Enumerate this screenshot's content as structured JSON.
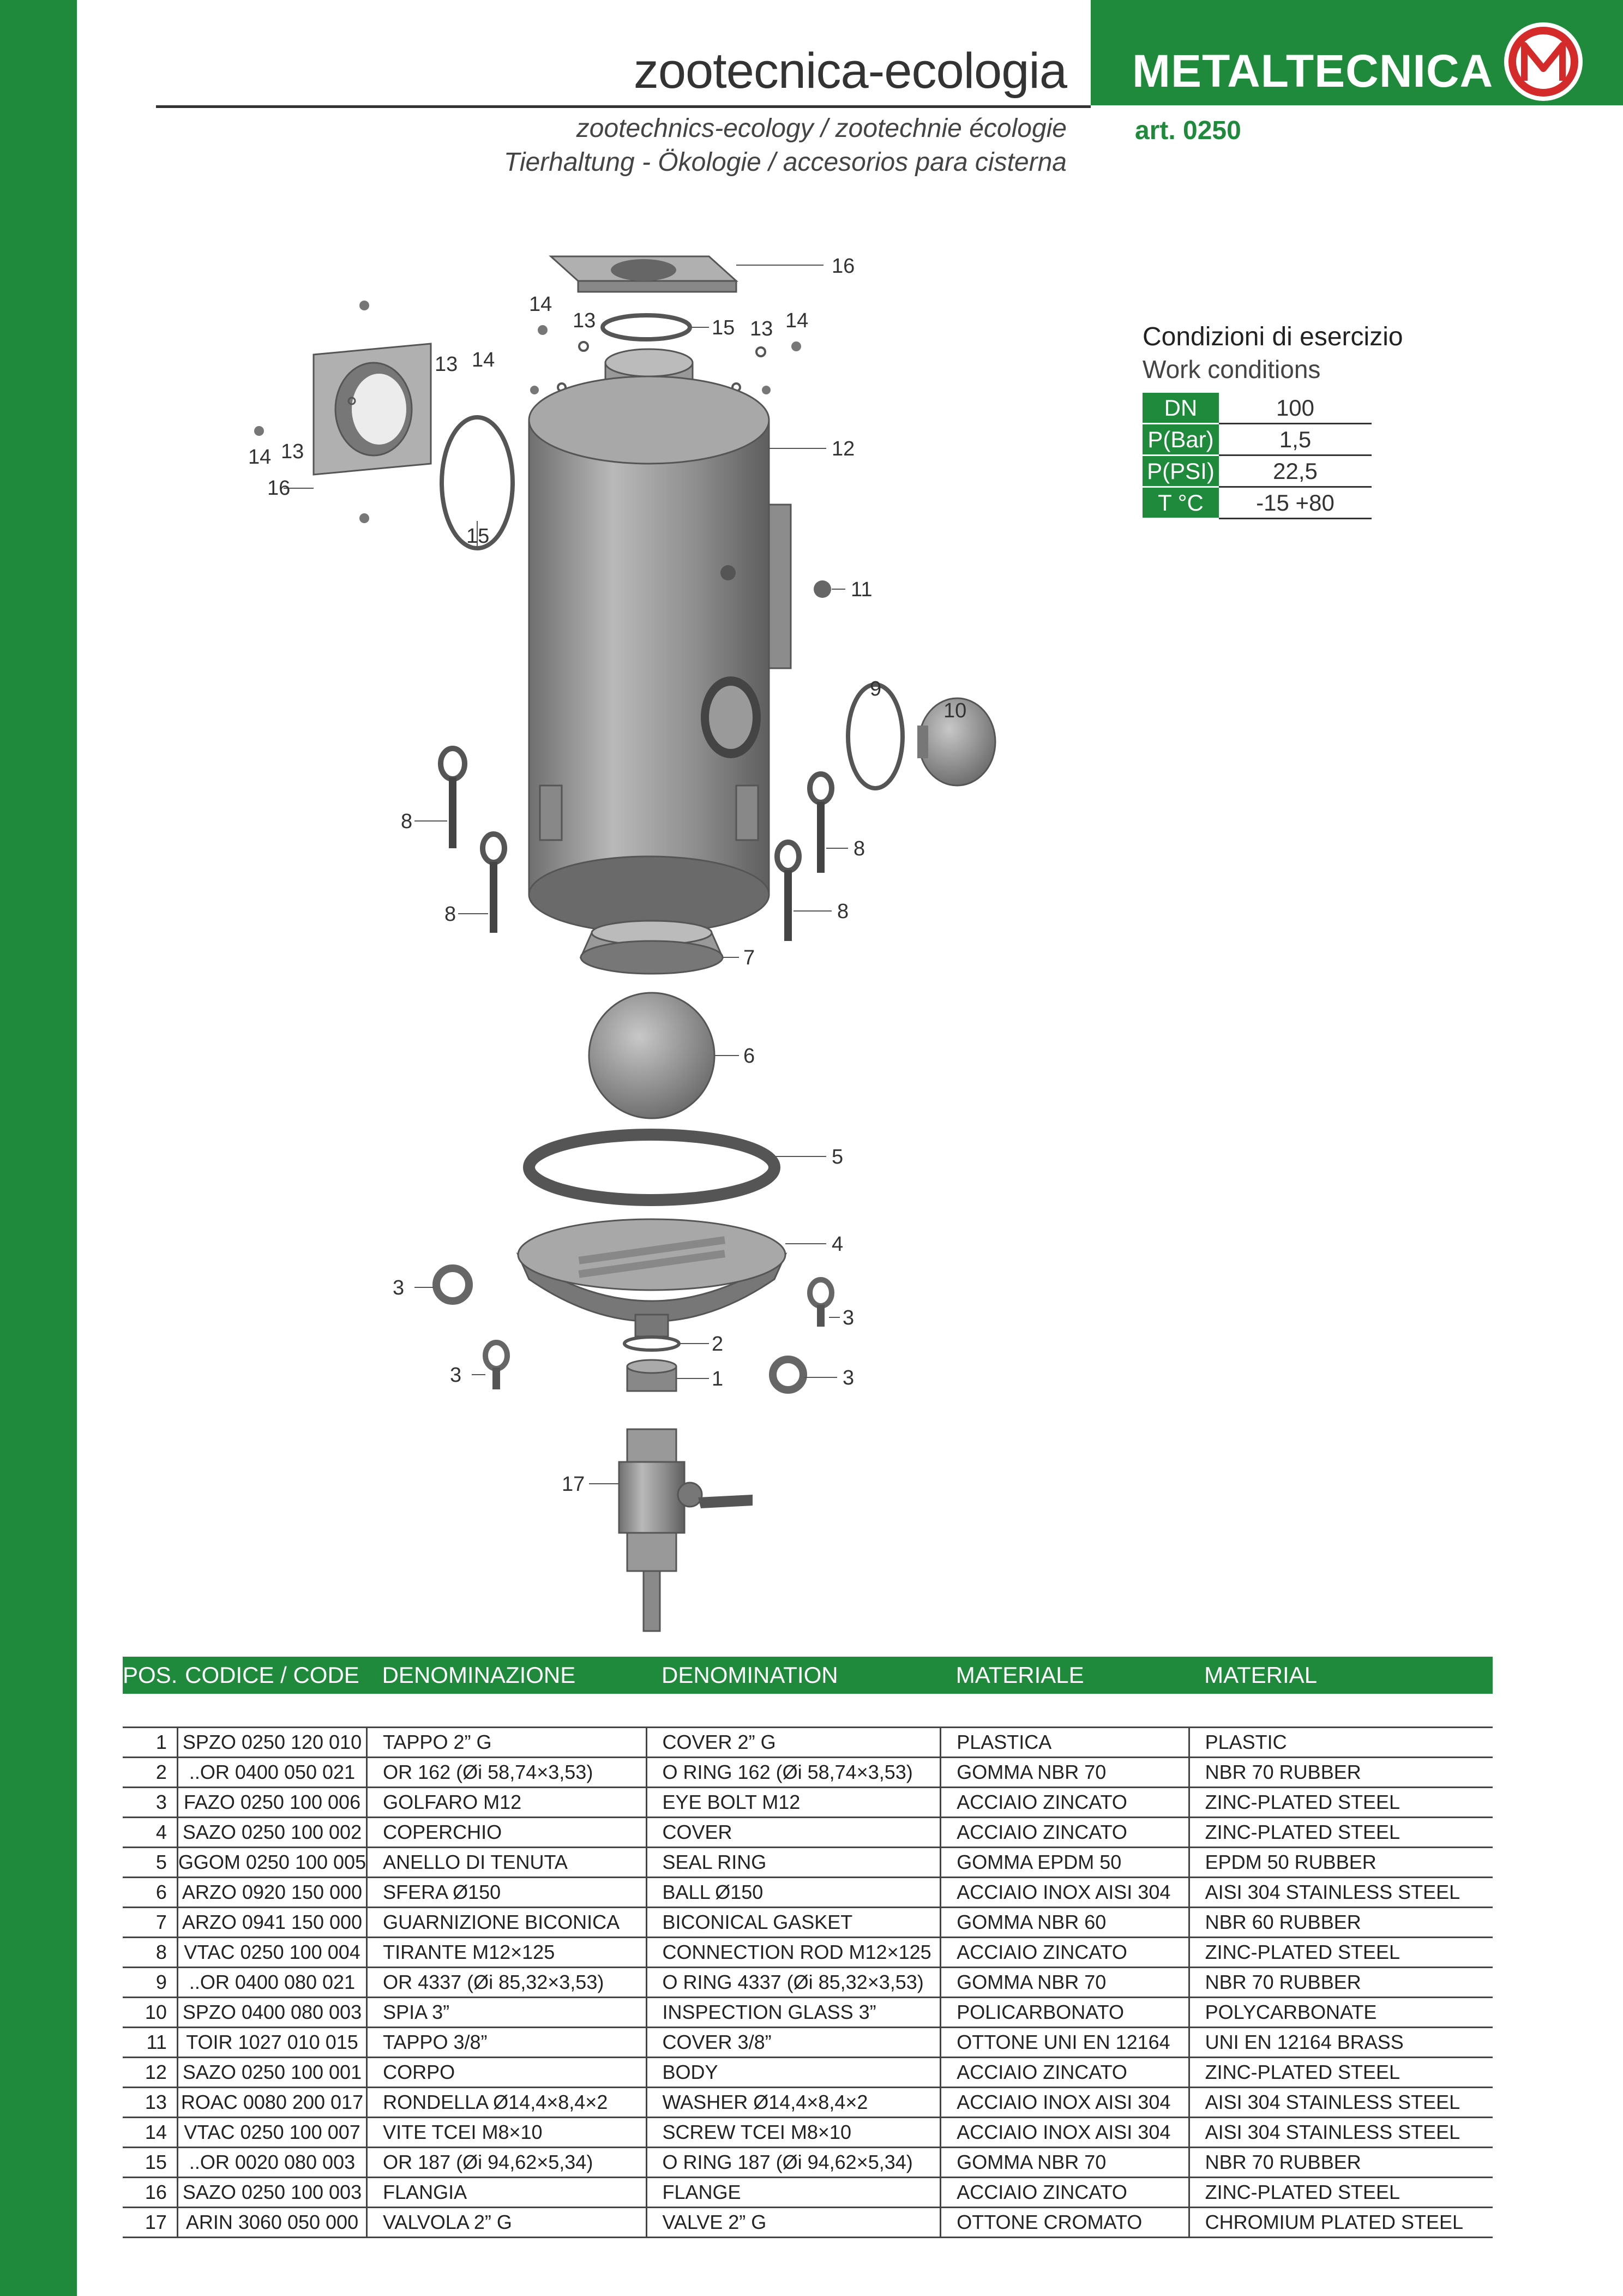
{
  "header": {
    "title": "zootecnica-ecologia",
    "subtitle_line1": "zootechnics-ecology / zootechnie écologie",
    "subtitle_line2": "Tierhaltung - Ökologie / accesorios para cisterna",
    "brand": "METALTECNICA",
    "article": "art. 0250"
  },
  "colors": {
    "brand_green": "#1f8a3c",
    "logo_red": "#d42a2a"
  },
  "conditions": {
    "title": "Condizioni di esercizio",
    "subtitle": "Work conditions",
    "rows": [
      {
        "key": "DN",
        "value": "100"
      },
      {
        "key": "P(Bar)",
        "value": "1,5"
      },
      {
        "key": "P(PSI)",
        "value": "22,5"
      },
      {
        "key": "T °C",
        "value": "-15  +80"
      }
    ]
  },
  "diagram_labels": {
    "l1": "1",
    "l2": "2",
    "l3a": "3",
    "l3b": "3",
    "l3c": "3",
    "l3d": "3",
    "l4": "4",
    "l5": "5",
    "l6": "6",
    "l7": "7",
    "l8a": "8",
    "l8b": "8",
    "l8c": "8",
    "l8d": "8",
    "l9": "9",
    "l10": "10",
    "l11": "11",
    "l12": "12",
    "l13a": "13",
    "l13b": "13",
    "l13c": "13",
    "l13d": "13",
    "l14a": "14",
    "l14b": "14",
    "l14c": "14",
    "l14d": "14",
    "l15a": "15",
    "l15b": "15",
    "l16a": "16",
    "l16b": "16",
    "l17": "17"
  },
  "table": {
    "headers": [
      "POS.",
      "CODICE / CODE",
      "DENOMINAZIONE",
      "DENOMINATION",
      "MATERIALE",
      "MATERIAL"
    ],
    "rows": [
      [
        "1",
        "SPZO 0250 120 010",
        "TAPPO  2” G",
        "COVER  2” G",
        "PLASTICA",
        "PLASTIC"
      ],
      [
        "2",
        "..OR 0400 050 021",
        "OR 162  (Øi 58,74×3,53)",
        "O RING 162  (Øi 58,74×3,53)",
        "GOMMA NBR 70",
        "NBR 70 RUBBER"
      ],
      [
        "3",
        "FAZO 0250 100 006",
        "GOLFARO M12",
        "EYE BOLT M12",
        "ACCIAIO ZINCATO",
        "ZINC-PLATED STEEL"
      ],
      [
        "4",
        "SAZO 0250 100 002",
        "COPERCHIO",
        "COVER",
        "ACCIAIO ZINCATO",
        "ZINC-PLATED STEEL"
      ],
      [
        "5",
        "GGOM 0250 100 005",
        "ANELLO DI TENUTA",
        "SEAL RING",
        "GOMMA EPDM 50",
        "EPDM 50 RUBBER"
      ],
      [
        "6",
        "ARZO 0920 150 000",
        "SFERA Ø150",
        "BALL Ø150",
        "ACCIAIO INOX AISI 304",
        "AISI 304 STAINLESS STEEL"
      ],
      [
        "7",
        "ARZO 0941 150 000",
        "GUARNIZIONE BICONICA",
        "BICONICAL GASKET",
        "GOMMA NBR  60",
        "NBR  60 RUBBER"
      ],
      [
        "8",
        "VTAC 0250 100 004",
        "TIRANTE M12×125",
        "CONNECTION ROD M12×125",
        "ACCIAIO ZINCATO",
        "ZINC-PLATED STEEL"
      ],
      [
        "9",
        "..OR 0400 080 021",
        "OR 4337  (Øi 85,32×3,53)",
        "O RING 4337  (Øi 85,32×3,53)",
        "GOMMA NBR 70",
        "NBR 70 RUBBER"
      ],
      [
        "10",
        "SPZO 0400 080 003",
        "SPIA 3”",
        "INSPECTION GLASS 3”",
        "POLICARBONATO",
        "POLYCARBONATE"
      ],
      [
        "11",
        "TOIR 1027 010 015",
        "TAPPO 3/8”",
        "COVER 3/8”",
        "OTTONE UNI EN 12164",
        "UNI EN 12164 BRASS"
      ],
      [
        "12",
        "SAZO 0250 100 001",
        "CORPO",
        "BODY",
        "ACCIAIO ZINCATO",
        "ZINC-PLATED STEEL"
      ],
      [
        "13",
        "ROAC 0080 200 017",
        "RONDELLA Ø14,4×8,4×2",
        "WASHER Ø14,4×8,4×2",
        "ACCIAIO INOX AISI 304",
        "AISI 304 STAINLESS STEEL"
      ],
      [
        "14",
        "VTAC 0250 100 007",
        "VITE TCEI M8×10",
        "SCREW TCEI M8×10",
        "ACCIAIO INOX AISI 304",
        "AISI 304 STAINLESS STEEL"
      ],
      [
        "15",
        "..OR 0020 080 003",
        "OR 187  (Øi 94,62×5,34)",
        "O RING 187  (Øi 94,62×5,34)",
        "GOMMA NBR 70",
        "NBR 70 RUBBER"
      ],
      [
        "16",
        "SAZO 0250 100 003",
        "FLANGIA",
        "FLANGE",
        "ACCIAIO ZINCATO",
        "ZINC-PLATED STEEL"
      ],
      [
        "17",
        "ARIN 3060 050 000",
        "VALVOLA 2” G",
        "VALVE 2” G",
        "OTTONE CROMATO",
        "CHROMIUM PLATED STEEL"
      ]
    ]
  }
}
